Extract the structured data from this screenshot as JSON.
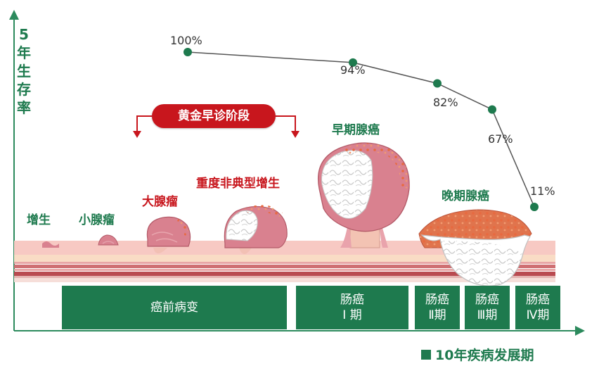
{
  "y_axis_label": [
    "5",
    "年",
    "生",
    "存",
    "率"
  ],
  "stages": {
    "hyperplasia": "增生",
    "small_adenoma": "小腺瘤",
    "large_adenoma": "大腺瘤",
    "severe_dysplasia": "重度非典型增生",
    "early_cancer": "早期腺癌",
    "late_cancer": "晚期腺癌"
  },
  "golden_window": "黄金早诊阶段",
  "survival": [
    {
      "label": "100%",
      "value": 100
    },
    {
      "label": "94%",
      "value": 94
    },
    {
      "label": "82%",
      "value": 82
    },
    {
      "label": "67%",
      "value": 67
    },
    {
      "label": "11%",
      "value": 11
    }
  ],
  "phases": [
    {
      "line1": "癌前病变",
      "line2": ""
    },
    {
      "line1": "肠癌",
      "line2": "Ⅰ 期"
    },
    {
      "line1": "肠癌",
      "line2": "Ⅱ期"
    },
    {
      "line1": "肠癌",
      "line2": "Ⅲ期"
    },
    {
      "line1": "肠癌",
      "line2": "Ⅳ期"
    }
  ],
  "x_axis_label": "10年疾病发展期",
  "colors": {
    "green": "#1e7a4e",
    "red": "#c8161d",
    "tissue_pink": "#d9818f",
    "tumor_orange": "#e0744d"
  }
}
